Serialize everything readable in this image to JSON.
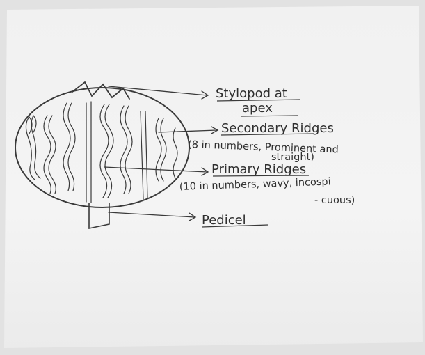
{
  "diagram": {
    "labels": {
      "stylopod": {
        "line1": "Stylopod at",
        "line2": "apex"
      },
      "secondary": {
        "title": "Secondary Ridges",
        "detail1": "(8 in numbers, Prominent and",
        "detail2": "straight)"
      },
      "primary": {
        "title": "Primary Ridges",
        "detail1": "(10 in numbers, wavy, incospi",
        "detail2": "- cuous)"
      },
      "pedicel": "Pedicel"
    },
    "colors": {
      "paper": "#f3f3f3",
      "ink": "#2e2e2e"
    }
  }
}
